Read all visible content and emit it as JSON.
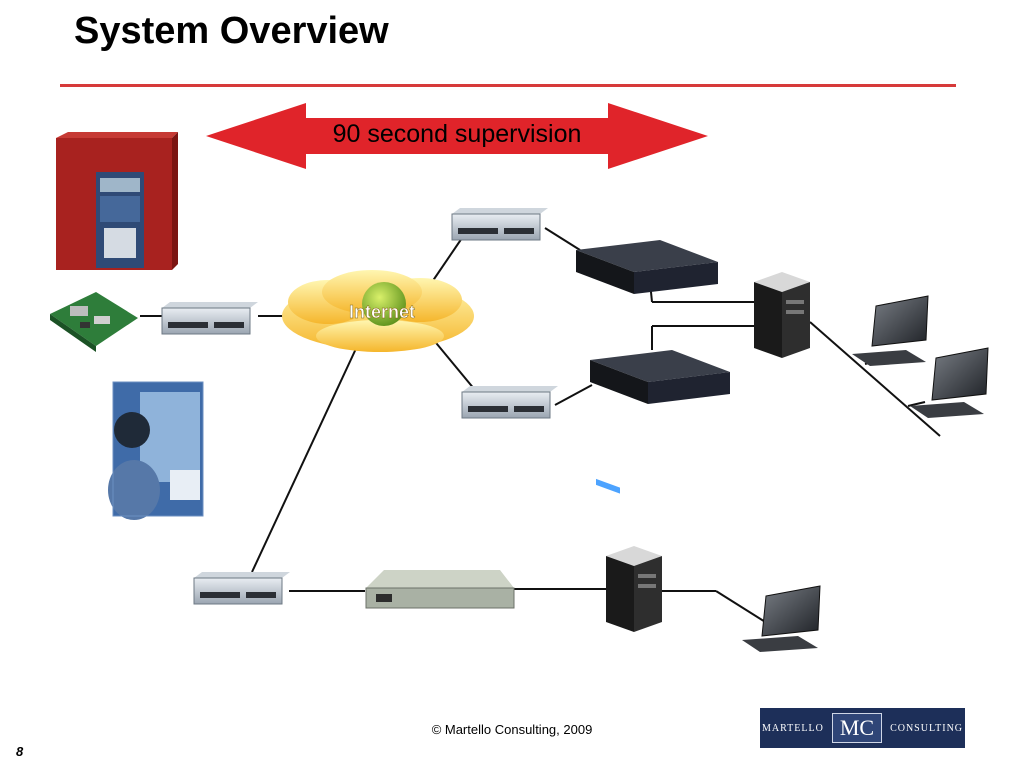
{
  "slide": {
    "title": "System Overview",
    "banner": "90 second supervision",
    "internet_label": "Internet",
    "footer": "© Martello Consulting, 2009",
    "page_number": "8"
  },
  "logo": {
    "left": "MARTELLO",
    "mark": "MC",
    "right": "CONSULTING"
  },
  "colors": {
    "accent": "#d63a3a",
    "arrow": "#e0242a",
    "logo_bg": "#1d2f59"
  },
  "icons": [
    "fire-alarm-panel-icon",
    "circuit-board-icon",
    "router-icon",
    "internet-cloud-icon",
    "rack-server-icon",
    "tower-server-icon",
    "desktop-monitor-icon",
    "operator-photo-icon"
  ]
}
